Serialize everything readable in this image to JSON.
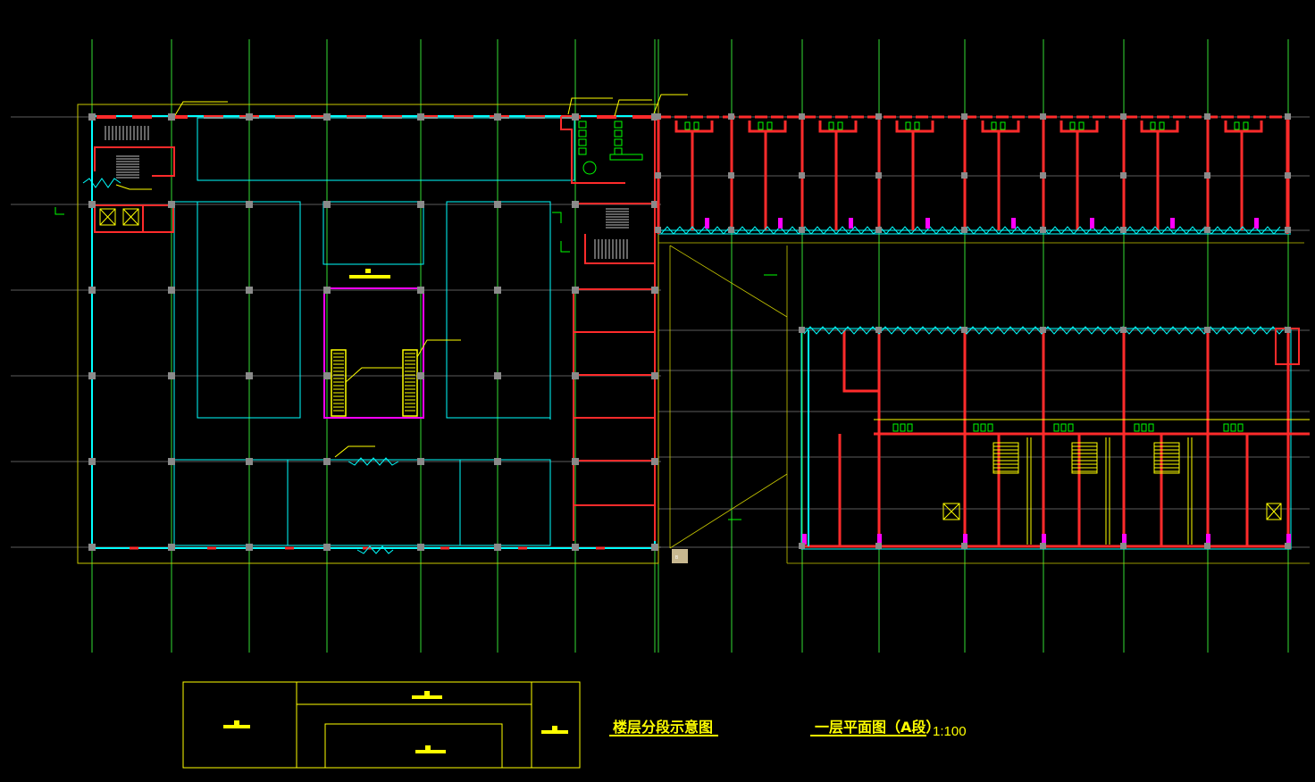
{
  "drawing": {
    "legend_title": "楼层分段示意图",
    "plan_title": "一层平面图（A段）",
    "scale": "1:100"
  },
  "colors": {
    "background": "#000000",
    "grid": "#00ff00",
    "wall": "#ff2b2b",
    "outline": "#00ffff",
    "annotation": "#ffff00",
    "highlight": "#ff00ff",
    "column": "#808080",
    "axis": "#c8c8c8"
  }
}
